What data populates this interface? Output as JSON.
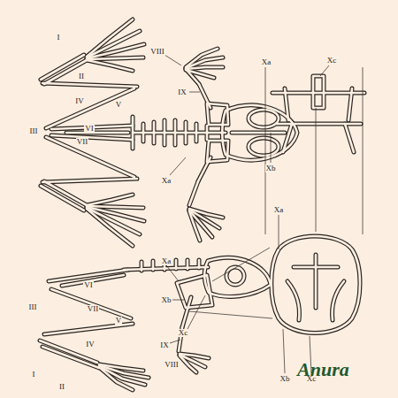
{
  "diagram": {
    "title": "Anura",
    "labels": [
      "I",
      "II",
      "IV",
      "V",
      "III",
      "VI",
      "VII",
      "VIII",
      "IX",
      "Xa",
      "Xa",
      "Xc",
      "Xb",
      "Xa",
      "Xb",
      "Xc",
      "Xa",
      "VI",
      "III",
      "VII",
      "V",
      "Xb",
      "Xc",
      "IX",
      "VIII",
      "IV",
      "I",
      "II"
    ]
  }
}
